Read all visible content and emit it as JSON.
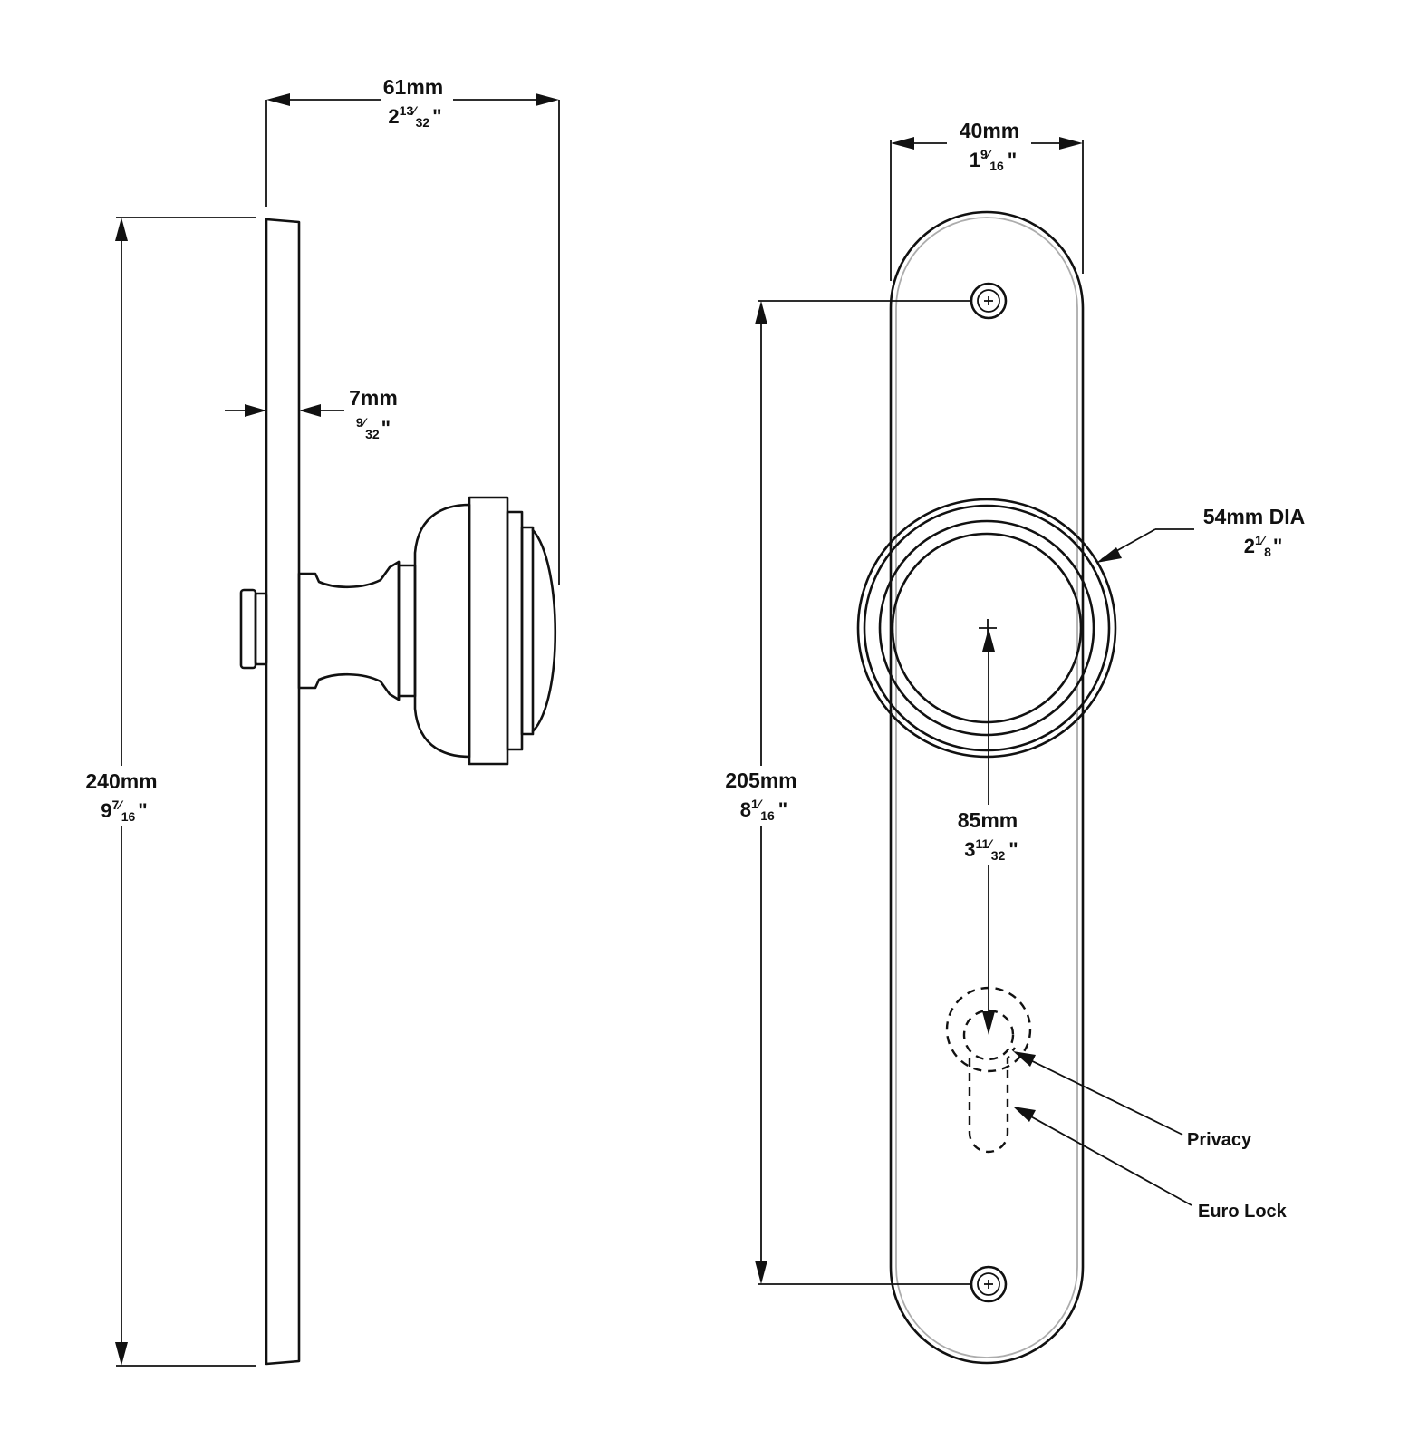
{
  "side_view": {
    "overall_width": {
      "mm": "61mm",
      "whole": "2",
      "num": "13",
      "den": "32",
      "unit": "\""
    },
    "plate_thickness": {
      "mm": "7mm",
      "whole": "",
      "num": "9",
      "den": "32",
      "unit": "\""
    },
    "plate_height": {
      "mm": "240mm",
      "whole": "9",
      "num": "7",
      "den": "16",
      "unit": "\""
    }
  },
  "front_view": {
    "plate_width": {
      "mm": "40mm",
      "whole": "1",
      "num": "9",
      "den": "16",
      "unit": "\""
    },
    "rose_diameter": {
      "mm": "54mm DIA",
      "whole": "2",
      "num": "1",
      "den": "8",
      "unit": "\""
    },
    "screw_centers": {
      "mm": "205mm",
      "whole": "8",
      "num": "1",
      "den": "16",
      "unit": "\""
    },
    "backset": {
      "mm": "85mm",
      "whole": "3",
      "num": "11",
      "den": "32",
      "unit": "\""
    },
    "callouts": {
      "privacy": "Privacy",
      "euro_lock": "Euro Lock"
    }
  }
}
